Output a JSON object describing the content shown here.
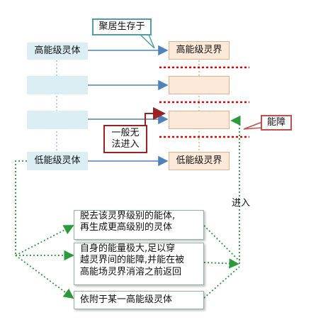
{
  "labels": {
    "gathering": "聚居生存于",
    "high_body": "高能级灵体",
    "high_realm": "高能级灵界",
    "low_body": "低能级灵体",
    "low_realm": "低能级灵界",
    "barrier": "能障",
    "cannot_enter_line1": "一般无",
    "cannot_enter_line2": "法进入",
    "enter": "进入"
  },
  "options": [
    {
      "line1": "脱去该灵界级别的能体,",
      "line2": "再生成更高级别的灵体"
    },
    {
      "line1": "自身的能量极大,足以穿",
      "line2": "越灵界间的能障,并能在被",
      "line3": "高能场灵界消溶之前返回"
    },
    {
      "line1": "依附于某一高能级灵体"
    }
  ],
  "colors": {
    "blue_box": "#daeef3",
    "peach_box": "#fde9d9",
    "arrow_blue": "#4f81bd",
    "barrier_red": "#e00000",
    "dark_red": "#9b2222",
    "green": "#2a9a3a"
  }
}
